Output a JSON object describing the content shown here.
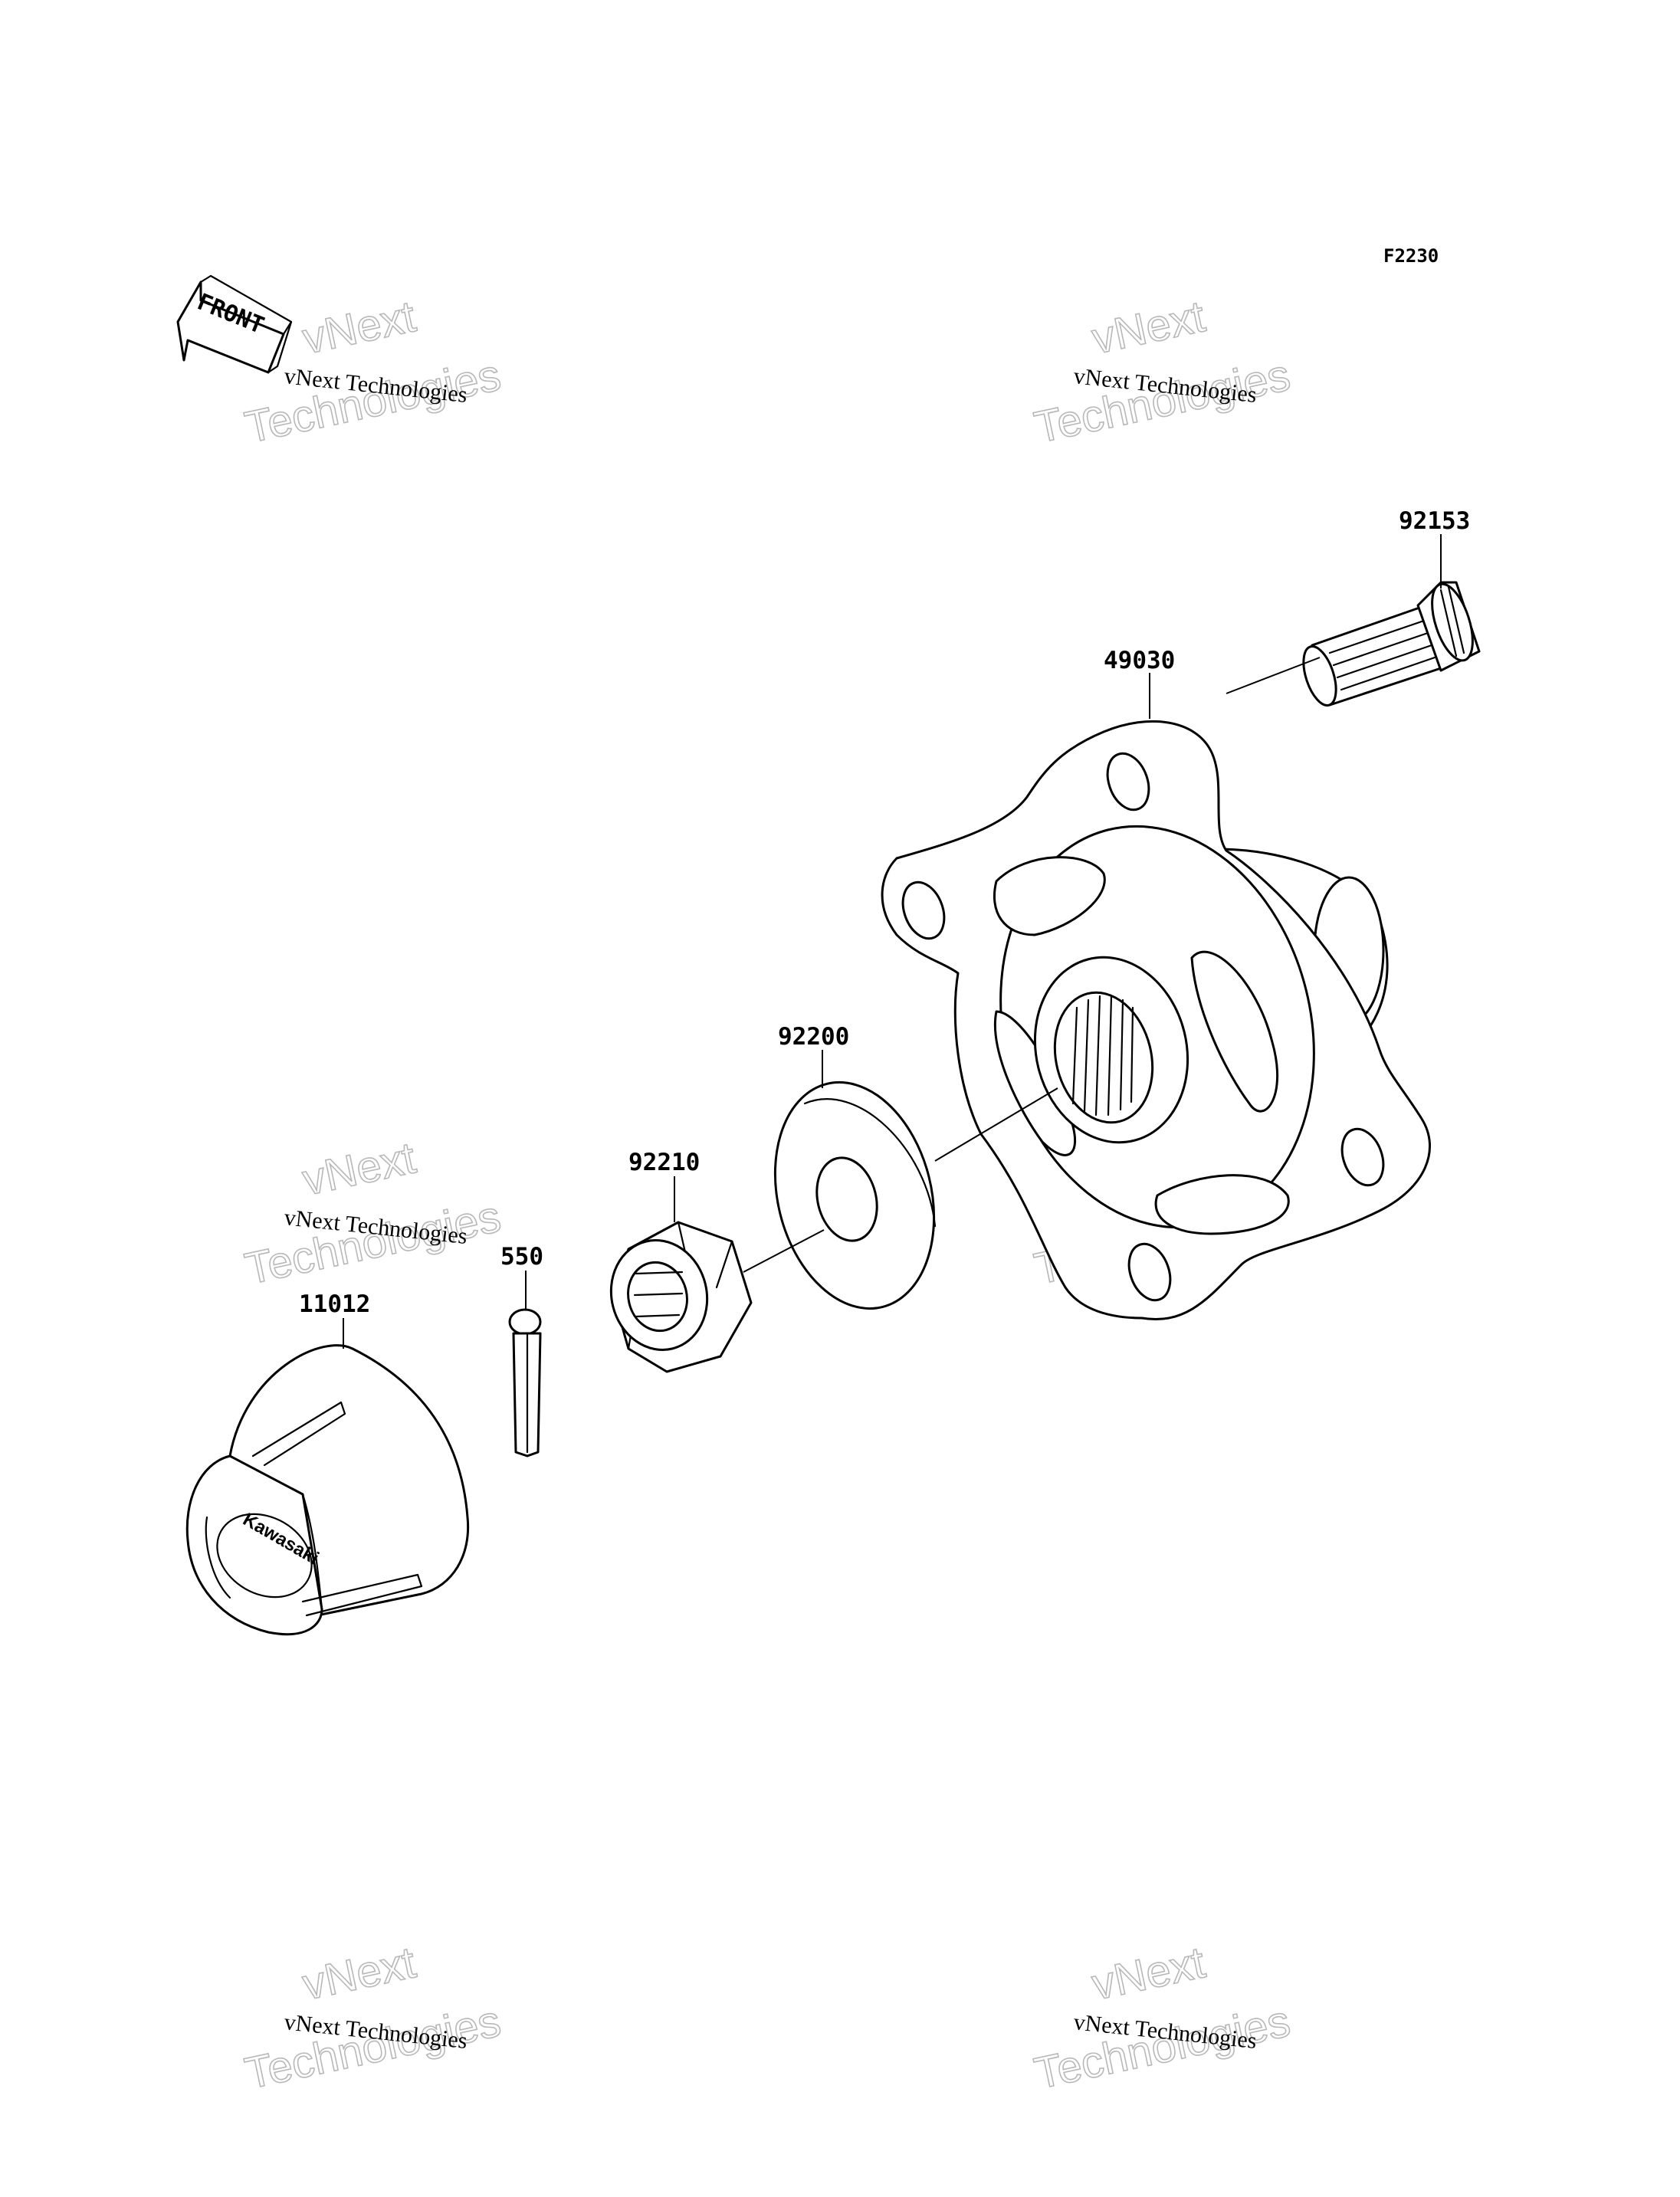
{
  "figure": {
    "code": "F2230"
  },
  "front_arrow": {
    "label": "FRONT"
  },
  "logo": {
    "text": "Kawasaki"
  },
  "watermark": {
    "small": "vNext Technologies",
    "big_top": "vNext",
    "big_bottom": "Technologies"
  },
  "callouts": {
    "p92153": "92153",
    "p49030": "49030",
    "p92200": "92200",
    "p92210": "92210",
    "p550": "550",
    "p11012": "11012"
  }
}
